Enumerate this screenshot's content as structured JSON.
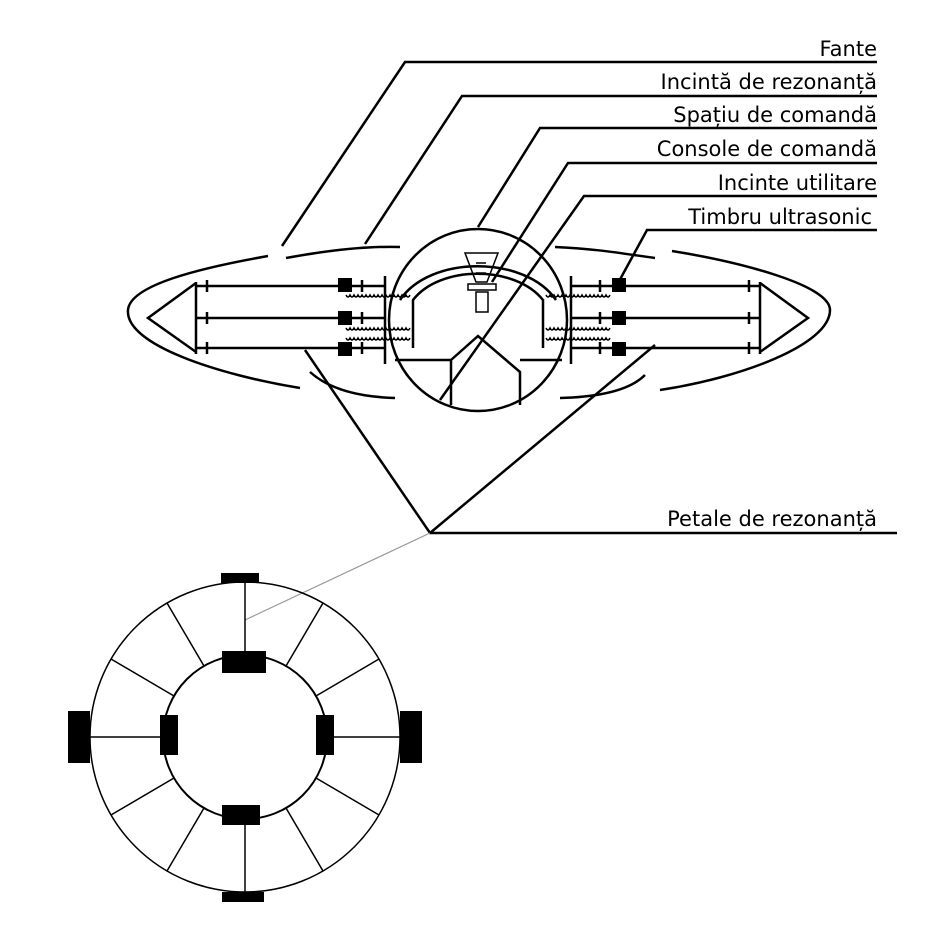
{
  "labels": {
    "fante": "Fante",
    "incinta_rezonanta": "Incintă de rezonanță",
    "spatiu_comanda": "Spațiu  de comandă",
    "console_comanda": "Console de comandă",
    "incinte_utilitare": "Incinte utilitare",
    "timbru_ultrasonic": "Timbru ultrasonic",
    "petale_rezonanta": "Petale de rezonanță"
  }
}
